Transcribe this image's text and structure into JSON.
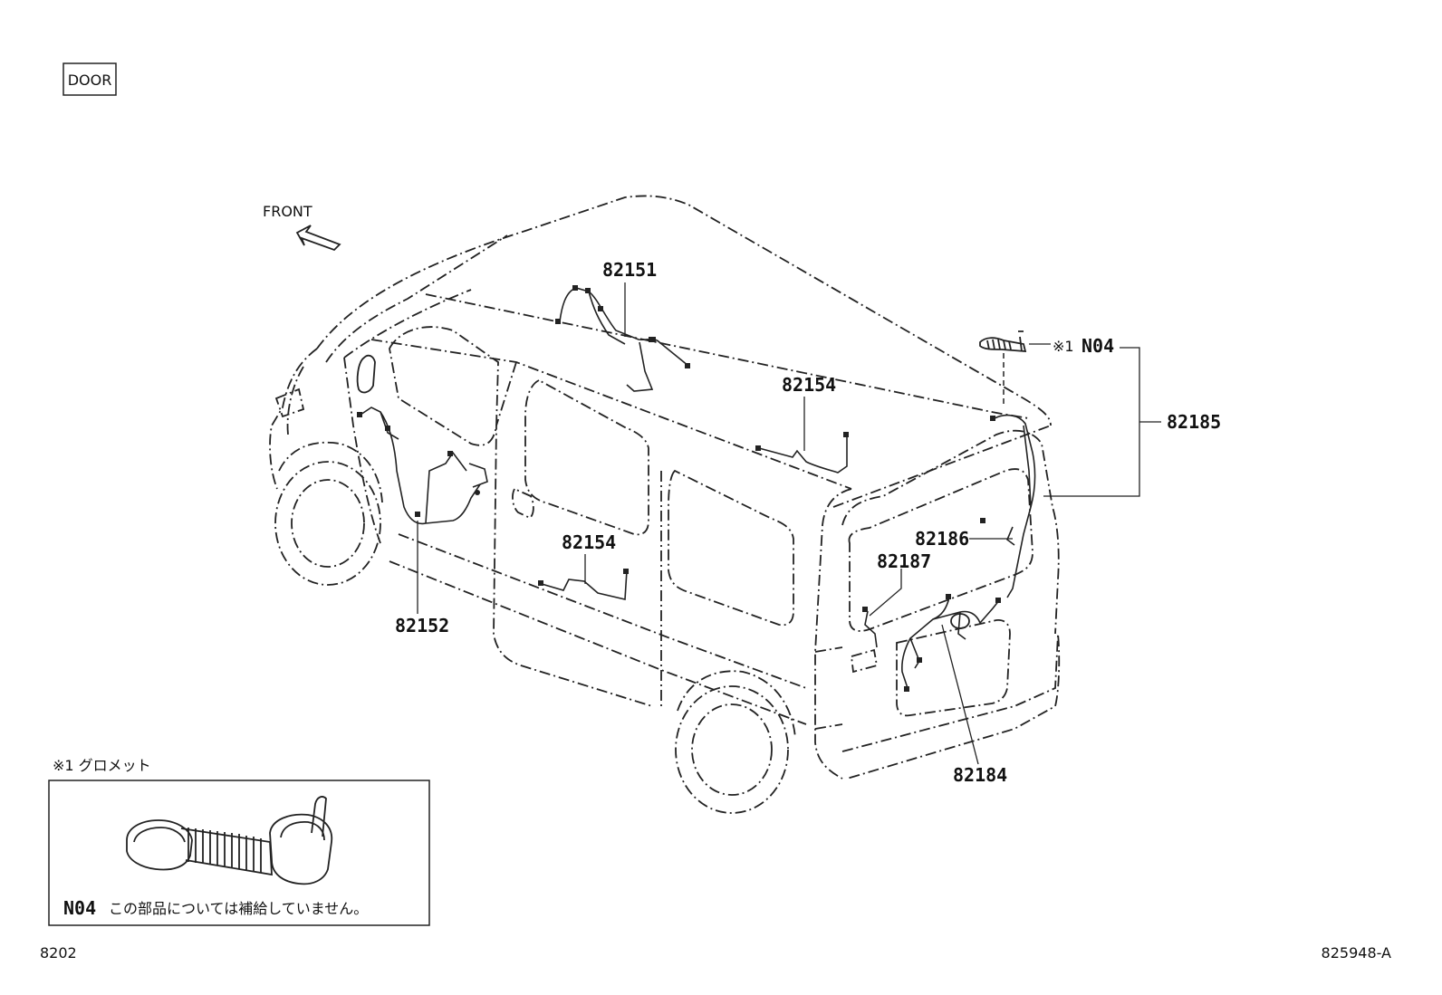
{
  "header": {
    "door_badge": "DOOR",
    "front_label": "FRONT"
  },
  "parts": {
    "p82151": "82151",
    "p82154_roof": "82154",
    "p82154_side": "82154",
    "p82152": "82152",
    "p82185": "82185",
    "p82186": "82186",
    "p82187": "82187",
    "p82184": "82184",
    "n04_callout_mark": "※1",
    "n04_callout_code": "N04"
  },
  "inset": {
    "title": "※1 グロメット",
    "code": "N04",
    "note": "この部品については補給していません。"
  },
  "footer": {
    "left_code": "8202",
    "right_code": "825948-A"
  }
}
